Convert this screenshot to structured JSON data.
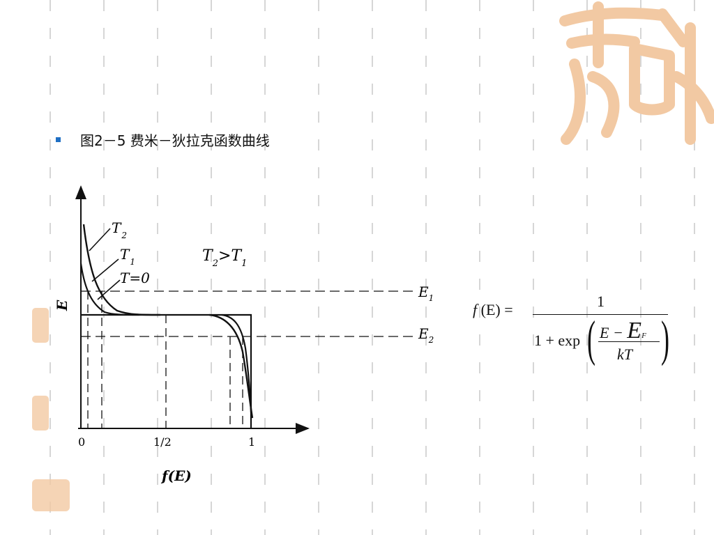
{
  "slide": {
    "caption": "图2－5 费米－狄拉克函数曲线",
    "colors": {
      "bullet": "#1f6fc4",
      "grid": "#d6d6d6",
      "seal": "#f2c9a3"
    }
  },
  "diagram": {
    "axis_y_label": "E",
    "axis_x_label": "f(E)",
    "tick_labels": [
      "0",
      "1/2",
      "1"
    ],
    "curve_labels": {
      "t2": "T",
      "t2_sub": "2",
      "t1": "T",
      "t1_sub": "1",
      "t0": "T=0"
    },
    "relation": {
      "a": "T",
      "a_sub": "2",
      "op": ">",
      "b": "T",
      "b_sub": "1"
    },
    "level_labels": {
      "e1": "E",
      "e1_sub": "1",
      "e2": "E",
      "e2_sub": "2"
    }
  },
  "formula": {
    "lhs": "f",
    "lhs_arg": "(E) =",
    "numerator": "1",
    "denominator_prefix": "1 + exp",
    "inner_num_a": "E −",
    "inner_num_b": "E",
    "inner_num_sub": "F",
    "inner_den": "kT"
  },
  "decor": {
    "seal_icon": "auspicious-seal-icon"
  }
}
